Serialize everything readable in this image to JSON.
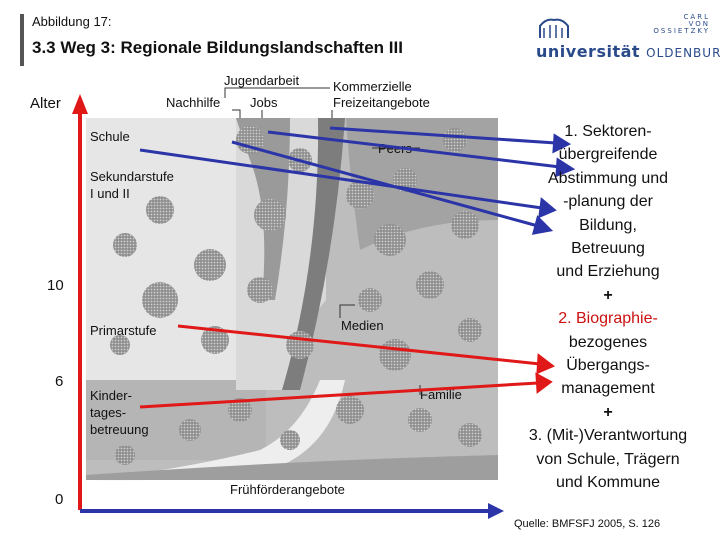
{
  "header": {
    "kicker": "Abbildung 17:",
    "title": "3.3 Weg 3: Regionale Bildungslandschaften III"
  },
  "logo": {
    "small_lines": [
      "CARL",
      "VON",
      "OSSIETZKY"
    ],
    "main_left": "universität",
    "main_right": "OLDENBURG",
    "color": "#2a4a8a"
  },
  "diagram": {
    "axis_title": "Alter",
    "axis_ticks": [
      "10",
      "6",
      "0"
    ],
    "top_labels": {
      "jugendarbeit": "Jugendarbeit",
      "nachhilfe": "Nachhilfe",
      "jobs": "Jobs",
      "kommerzielle_1": "Kommerzielle",
      "kommerzielle_2": "Freizeitangebote"
    },
    "regions": {
      "schule": "Schule",
      "sekundar_1": "Sekundarstufe",
      "sekundar_2": "I und II",
      "primar": "Primarstufe",
      "kita_1": "Kinder-",
      "kita_2": "tages-",
      "kita_3": "betreuung",
      "peers": "Peers",
      "medien": "Medien",
      "familie": "Familie",
      "frueh": "Frühförderangebote"
    },
    "colors": {
      "arrow_blue": "#2b35a8",
      "arrow_red": "#e01818",
      "axis_red": "#e01818",
      "axis_blue": "#2b35a8"
    }
  },
  "right_text": {
    "l1": "1. Sektoren-",
    "l2": "übergreifende",
    "l3": "Abstimmung und",
    "l4": "-planung der",
    "l5": "Bildung,",
    "l6": "Betreuung",
    "l7": "und Erziehung",
    "plus1": "+",
    "r1": "2. Biographie-",
    "r2": "bezogenes",
    "r3": "Übergangs-",
    "r4": "management",
    "plus2": "+",
    "l8": "3. (Mit-)Verantwortung",
    "l9": "von Schule, Trägern",
    "l10": "und Kommune"
  },
  "source": "Quelle: BMFSFJ 2005, S. 126"
}
